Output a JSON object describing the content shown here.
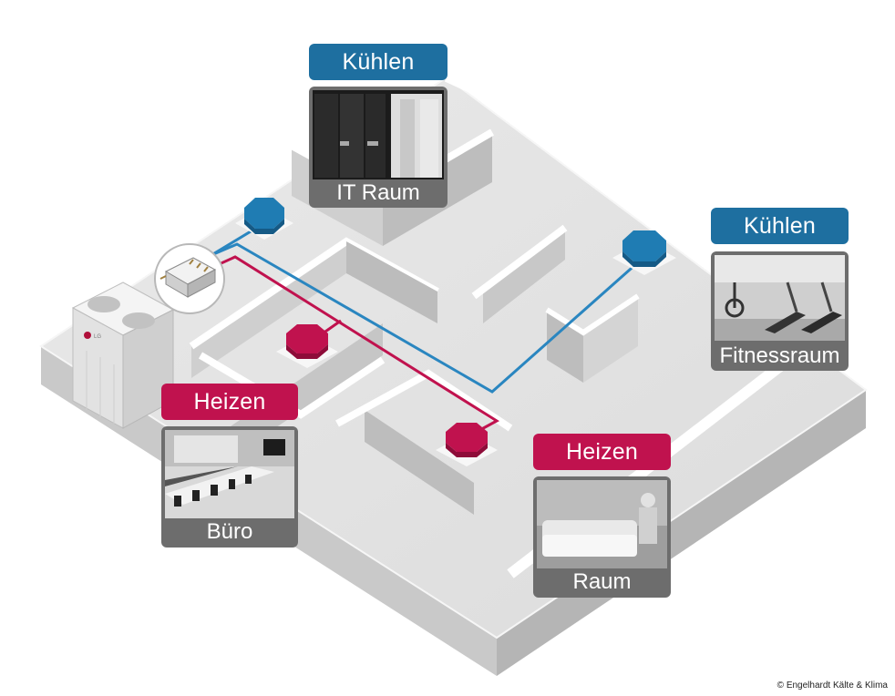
{
  "rooms": [
    {
      "id": "it",
      "mode": "cool",
      "mode_label": "Kühlen",
      "name": "IT Raum"
    },
    {
      "id": "fitness",
      "mode": "cool",
      "mode_label": "Kühlen",
      "name": "Fitnessraum"
    },
    {
      "id": "office",
      "mode": "heat",
      "mode_label": "Heizen",
      "name": "Büro"
    },
    {
      "id": "room",
      "mode": "heat",
      "mode_label": "Heizen",
      "name": "Raum"
    }
  ],
  "outdoor_unit": {
    "brand": "LG"
  },
  "colors": {
    "cool": "#1e6fa0",
    "heat": "#c0124e",
    "pipe_cool": "#2a86c0",
    "pipe_heat": "#c0124e"
  },
  "copyright": "© Engelhardt Kälte & Klima"
}
